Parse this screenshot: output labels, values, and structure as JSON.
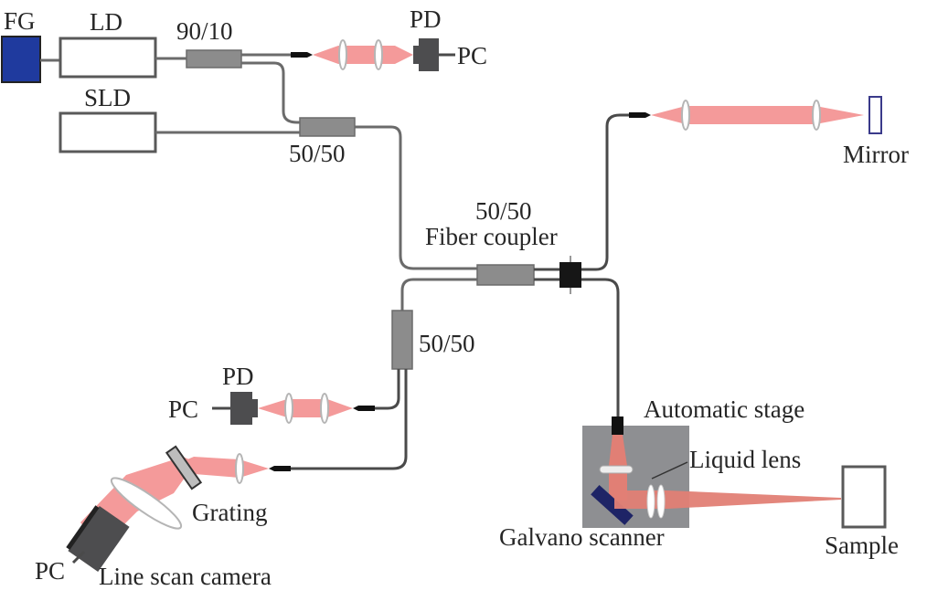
{
  "title": "Fiber-based OCT system schematic",
  "colors": {
    "beam": "#f49a9a",
    "function_generator": "#1f3a9e",
    "galvo_mirror": "#1e2466",
    "stage": "#8e8f92",
    "mirror_outline": "#3a3a8a",
    "coupler": "#8c8c8c"
  },
  "labels": {
    "fg": "FG",
    "ld": "LD",
    "sld": "SLD",
    "coupler_90_10": "90/10",
    "pd_top": "PD",
    "pc_top": "PC",
    "coupler_50_50_top": "50/50",
    "fiber_coupler_ratio": "50/50",
    "fiber_coupler": "Fiber coupler",
    "mirror": "Mirror",
    "coupler_50_50_mid": "50/50",
    "pd_mid": "PD",
    "pc_mid": "PC",
    "grating": "Grating",
    "pc_bottom": "PC",
    "line_scan_camera": "Line scan camera",
    "automatic_stage": "Automatic stage",
    "liquid_lens": "Liquid lens",
    "galvano_scanner": "Galvano scanner",
    "sample": "Sample"
  }
}
